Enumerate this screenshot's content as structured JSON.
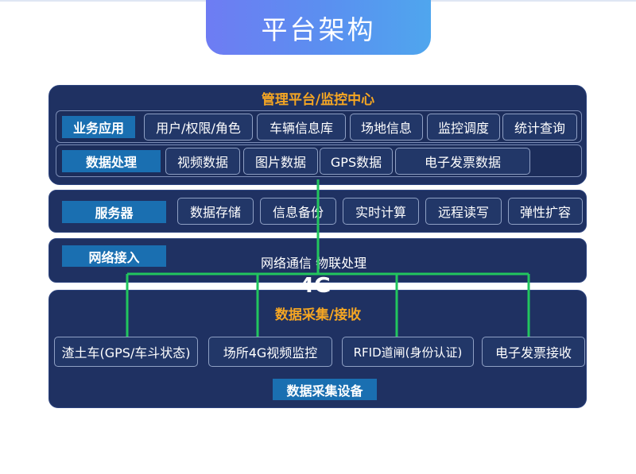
{
  "title": "平台架构",
  "platform": {
    "heading": "管理平台/监控中心",
    "business": {
      "label": "业务应用",
      "items": [
        "用户/权限/角色",
        "车辆信息库",
        "场地信息",
        "监控调度",
        "统计查询"
      ]
    },
    "data_processing": {
      "label": "数据处理",
      "items": [
        "视频数据",
        "图片数据",
        "GPS数据",
        "电子发票数据"
      ]
    }
  },
  "server": {
    "label": "服务器",
    "items": [
      "数据存储",
      "信息备份",
      "实时计算",
      "远程读写",
      "弹性扩容"
    ]
  },
  "network": {
    "label": "网络接入",
    "text": "网络通信 物联处理",
    "tag": "4G"
  },
  "collection": {
    "heading": "数据采集/接收",
    "items": [
      "渣土车(GPS/车斗状态)",
      "场所4G视频监控",
      "RFID道闸(身份认证)",
      "电子发票接收"
    ],
    "footer": "数据采集设备"
  },
  "colors": {
    "panel": "#1f3162",
    "accent": "#f5a623",
    "label_blue": "#1a6fb1",
    "connector": "#22c55e"
  }
}
